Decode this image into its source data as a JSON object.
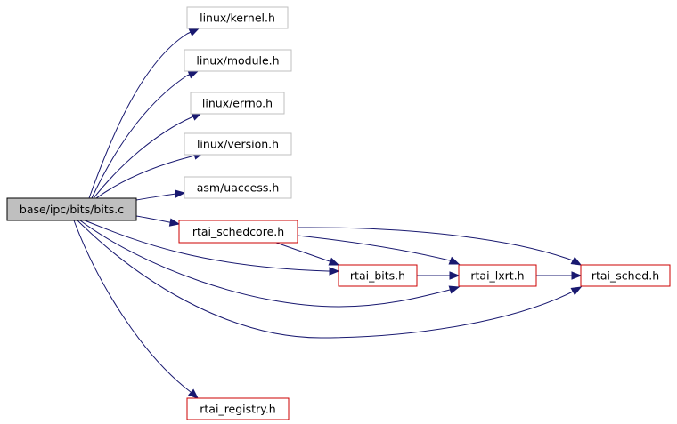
{
  "graph": {
    "root": {
      "id": "root",
      "label": "base/ipc/bits/bits.c"
    },
    "nodes": [
      {
        "id": "kernel",
        "label": "linux/kernel.h"
      },
      {
        "id": "module",
        "label": "linux/module.h"
      },
      {
        "id": "errno",
        "label": "linux/errno.h"
      },
      {
        "id": "version",
        "label": "linux/version.h"
      },
      {
        "id": "uaccess",
        "label": "asm/uaccess.h"
      },
      {
        "id": "schedcore",
        "label": "rtai_schedcore.h"
      },
      {
        "id": "bits",
        "label": "rtai_bits.h"
      },
      {
        "id": "lxrt",
        "label": "rtai_lxrt.h"
      },
      {
        "id": "sched",
        "label": "rtai_sched.h"
      },
      {
        "id": "registry",
        "label": "rtai_registry.h"
      }
    ],
    "edges": [
      {
        "from": "root",
        "to": "kernel"
      },
      {
        "from": "root",
        "to": "module"
      },
      {
        "from": "root",
        "to": "errno"
      },
      {
        "from": "root",
        "to": "version"
      },
      {
        "from": "root",
        "to": "uaccess"
      },
      {
        "from": "root",
        "to": "schedcore"
      },
      {
        "from": "root",
        "to": "bits"
      },
      {
        "from": "root",
        "to": "lxrt"
      },
      {
        "from": "root",
        "to": "sched"
      },
      {
        "from": "root",
        "to": "registry"
      },
      {
        "from": "schedcore",
        "to": "bits"
      },
      {
        "from": "schedcore",
        "to": "lxrt"
      },
      {
        "from": "schedcore",
        "to": "sched"
      },
      {
        "from": "bits",
        "to": "lxrt"
      },
      {
        "from": "lxrt",
        "to": "sched"
      }
    ]
  },
  "colors": {
    "edge": "#191970",
    "root_fill": "#bfbfbf",
    "root_border": "#000000",
    "system_header_border": "#bfbfbf",
    "project_header_border": "#cc0000"
  }
}
